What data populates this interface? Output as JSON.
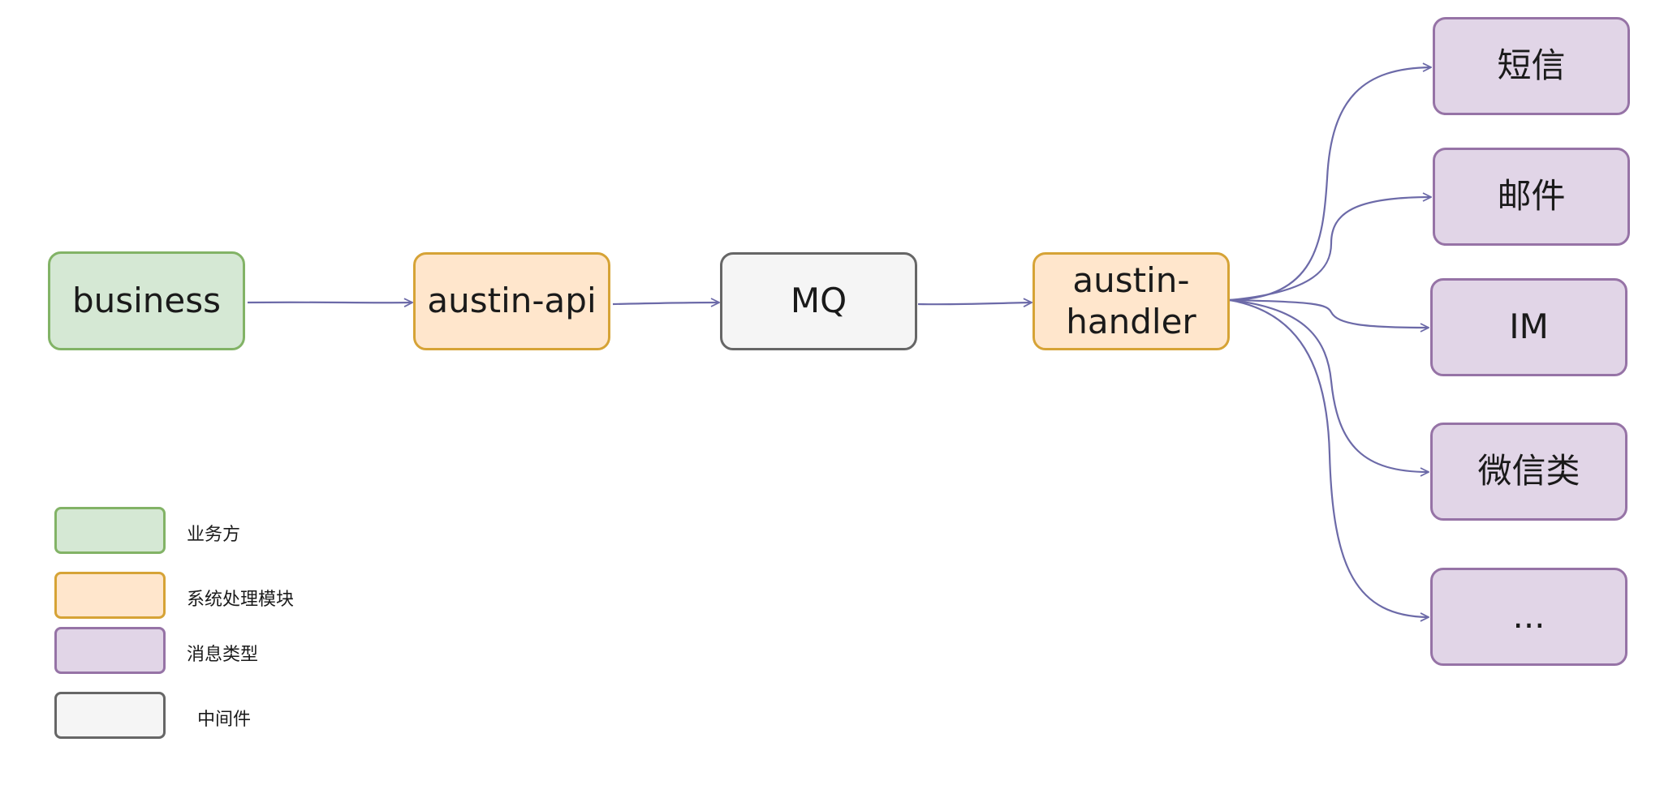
{
  "nodes": {
    "business": "business",
    "austin_api": "austin-api",
    "mq": "MQ",
    "austin_handler": "austin-\nhandler",
    "sms": "短信",
    "email": "邮件",
    "im": "IM",
    "wechat": "微信类",
    "more": "..."
  },
  "legend": {
    "business_side": "业务方",
    "system_module": "系统处理模块",
    "message_type": "消息类型",
    "middleware": "中间件"
  },
  "colors": {
    "green_fill": "#d5e8d4",
    "green_border": "#82b366",
    "orange_fill": "#ffe6cc",
    "orange_border": "#d6a336",
    "gray_fill": "#f5f5f5",
    "gray_border": "#666666",
    "purple_fill": "#e1d5e7",
    "purple_border": "#9673a6",
    "arrow": "#6c6aa8"
  }
}
